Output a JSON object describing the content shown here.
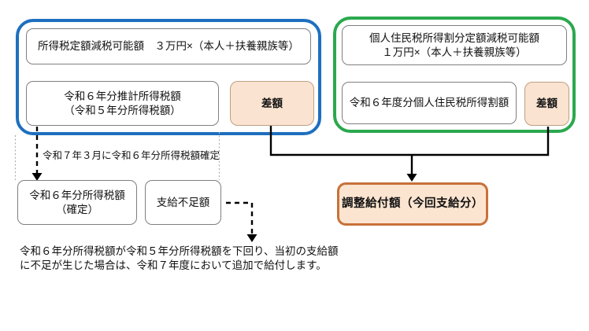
{
  "colors": {
    "blue_group_border": "#1E6FBF",
    "green_group_border": "#2BA84E",
    "sagaku_fill": "#FAE3D0",
    "sagaku_border": "#BCA184",
    "payout_fill": "#FBE5D0",
    "payout_border": "#C8713A",
    "box_border": "#7F7F7F",
    "line_black": "#000000",
    "dotted_gray": "#ADADAD"
  },
  "income_tax_group": {
    "possible_amount_label": "所得税定額減税可能額　３万円×（本人＋扶養親族等）",
    "estimated_tax_line1": "令和６年分推計所得税額",
    "estimated_tax_line2": "（令和５年分所得税額）",
    "difference_label": "差額"
  },
  "resident_tax_group": {
    "possible_amount_line1": "個人住民税所得割分定額減税可能額",
    "possible_amount_line2": "１万円×（本人＋扶養親族等）",
    "tax_amount_label": "令和６年度分個人住民税所得割額",
    "difference_label": "差額"
  },
  "determination": {
    "arrow_note": "令和７年３月に令和６年分所得税額確定",
    "determined_tax_line1": "令和６年分所得税額",
    "determined_tax_line2": "（確定）",
    "shortfall_label": "支給不足額"
  },
  "payout": {
    "label": "調整給付額（今回支給分）"
  },
  "note": {
    "line1": "令和６年分所得税額が令和５年分所得税額を下回り、当初の支給額",
    "line2": "に不足が生じた場合は、令和７年度において追加で給付します。"
  }
}
